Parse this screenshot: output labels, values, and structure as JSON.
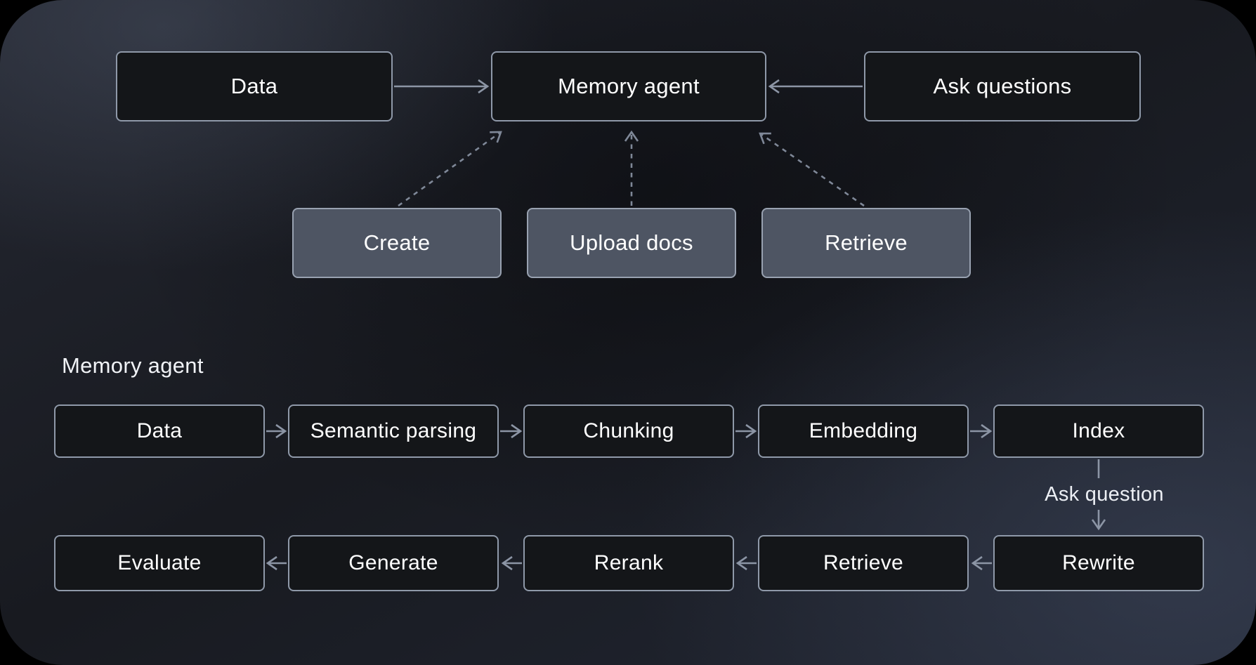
{
  "top_flow": {
    "data": "Data",
    "memory_agent": "Memory agent",
    "ask_questions": "Ask questions",
    "create": "Create",
    "upload_docs": "Upload docs",
    "retrieve": "Retrieve"
  },
  "pipeline": {
    "section_label": "Memory agent",
    "ingest_row": [
      "Data",
      "Semantic parsing",
      "Chunking",
      "Embedding",
      "Index"
    ],
    "connector_label": "Ask question",
    "answer_row": [
      "Evaluate",
      "Generate",
      "Rerank",
      "Retrieve",
      "Rewrite"
    ]
  },
  "colors": {
    "canvas_bg": "#000000",
    "card_base": "#1c1f27",
    "node_fill": "#141619",
    "node_border": "#8f99a9",
    "mid_node_fill": "#4e5563",
    "mid_node_border": "#99a2b1",
    "solid_arrow": "#8c95a5",
    "dashed_arrow": "#7f8898",
    "text": "#ffffff"
  }
}
